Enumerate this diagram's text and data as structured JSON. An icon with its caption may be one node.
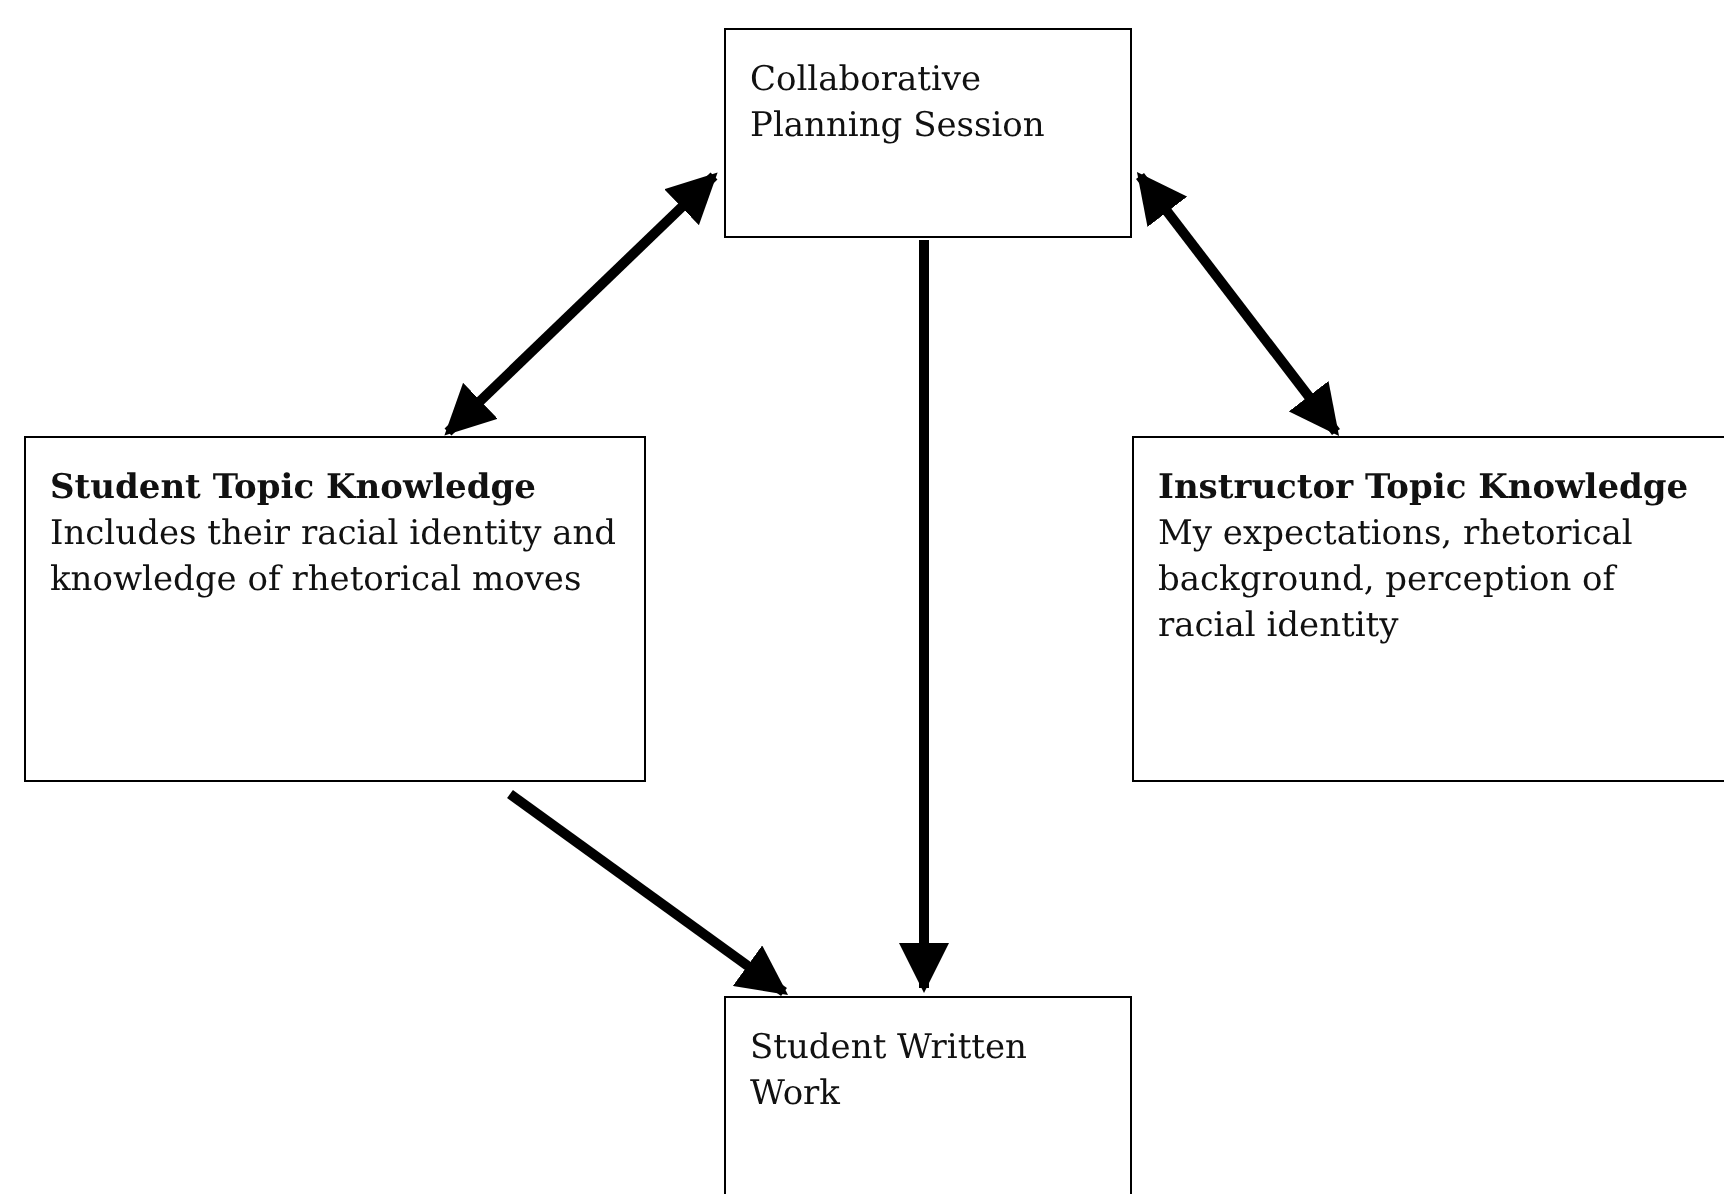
{
  "diagram": {
    "nodes": [
      {
        "text": [
          "Collaborative Planning Session"
        ]
      },
      {
        "text": [
          "Student Topic Knowledge",
          "Includes their racial identity and knowledge of rhetorical moves"
        ]
      },
      {
        "text": [
          "Instructor Topic Knowledge",
          "My expectations, rhetorical background, perception of racial identity"
        ]
      },
      {
        "text": [
          "Student Written Work"
        ]
      }
    ],
    "edges": [
      {
        "from": 0,
        "to": 1,
        "arrow": "both"
      },
      {
        "from": 0,
        "to": 2,
        "arrow": "both"
      },
      {
        "from": 0,
        "to": 3,
        "arrow": "to"
      },
      {
        "from": 1,
        "to": 3,
        "arrow": "to"
      }
    ]
  }
}
